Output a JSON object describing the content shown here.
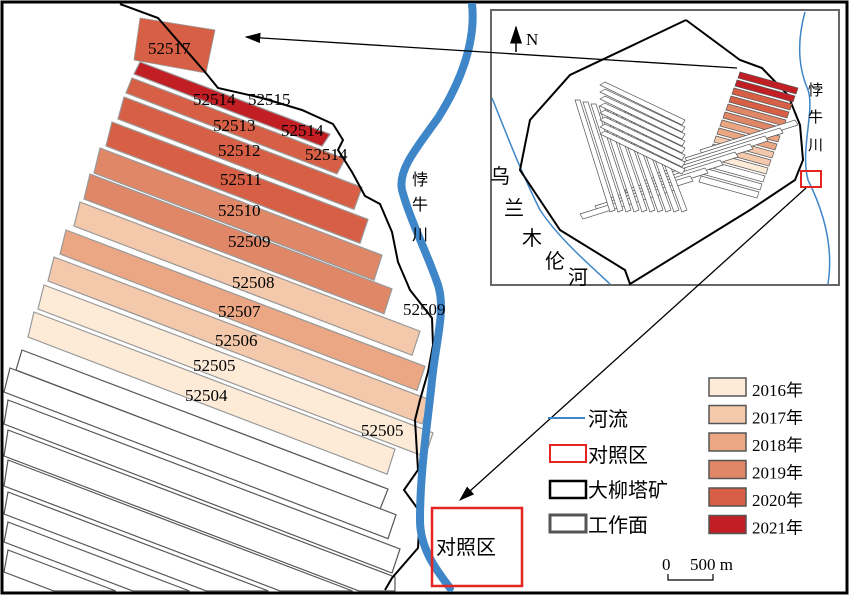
{
  "panel_labels": [
    "52517",
    "52514",
    "52515",
    "52513",
    "52514",
    "52514",
    "52512",
    "52511",
    "52510",
    "52509",
    "52508",
    "52507",
    "52509",
    "52506",
    "52505",
    "52504",
    "52505"
  ],
  "river_main_label": [
    "悖",
    "牛",
    "川"
  ],
  "inset": {
    "north_label": "N",
    "river_east_label": [
      "悖",
      "牛",
      "川"
    ],
    "river_west_label": [
      "乌",
      "兰",
      "木",
      "伦",
      "河"
    ]
  },
  "control_zone_label": "对照区",
  "legend": {
    "river": "河流",
    "control_zone": "对照区",
    "mine": "大柳塔矿",
    "working_face": "工作面",
    "years": [
      {
        "label": "2016年",
        "color": "#fdebd8"
      },
      {
        "label": "2017年",
        "color": "#f4c8aa"
      },
      {
        "label": "2018年",
        "color": "#eba783"
      },
      {
        "label": "2019年",
        "color": "#e08767"
      },
      {
        "label": "2020年",
        "color": "#d75f45"
      },
      {
        "label": "2021年",
        "color": "#c21f25"
      }
    ]
  },
  "scale_bar": {
    "zero": "0",
    "value": "500 m"
  },
  "colors": {
    "river": "#3f86c8",
    "control": "#e52521",
    "boundary": "#000000",
    "panel_outline": "#555555"
  }
}
